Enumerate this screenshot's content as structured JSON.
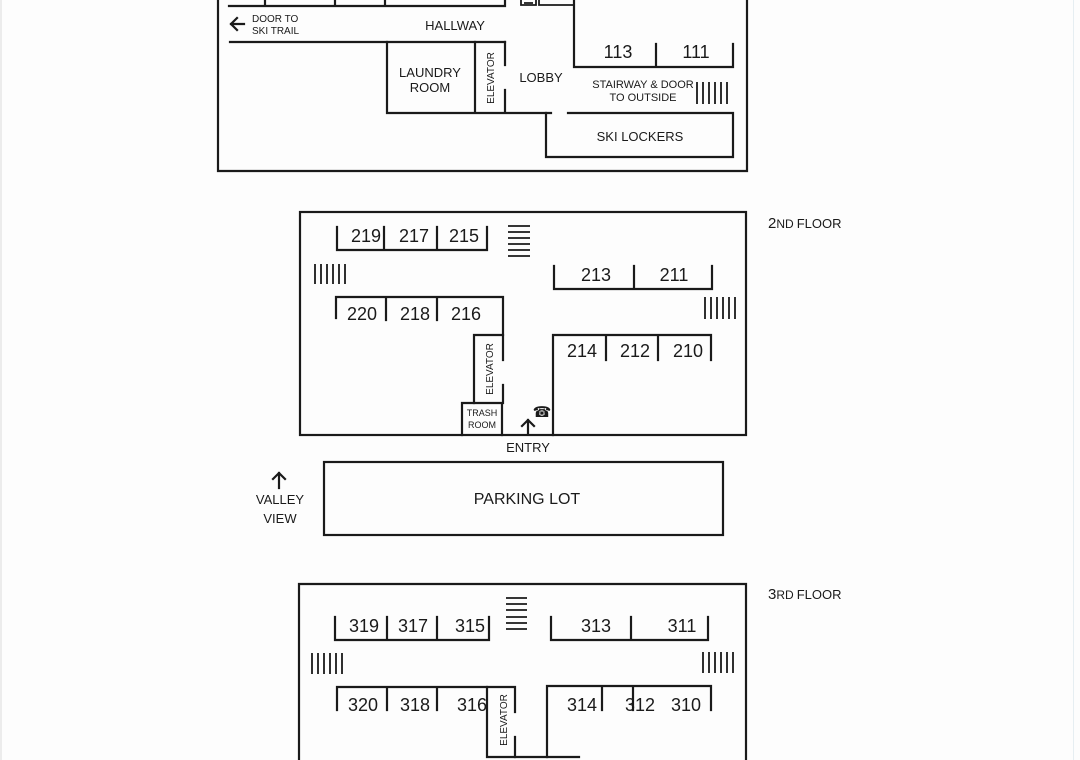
{
  "floor1": {
    "hallway": "HALLWAY",
    "door_to_ski_trail": [
      "DOOR TO",
      "SKI TRAIL"
    ],
    "laundry": [
      "LAUNDRY",
      "ROOM"
    ],
    "elevator": "ELEVATOR",
    "lobby": "LOBBY",
    "stairway": [
      "STAIRWAY & DOOR",
      "TO OUTSIDE"
    ],
    "ski_lockers": "SKI LOCKERS",
    "rooms": [
      "113",
      "111"
    ]
  },
  "floor2": {
    "title_num": "2",
    "title_suffix": "ND",
    "title_word": "FLOOR",
    "top_left_rooms": [
      "219",
      "217",
      "215"
    ],
    "top_right_rooms": [
      "213",
      "211"
    ],
    "mid_left_rooms": [
      "220",
      "218",
      "216"
    ],
    "bottom_right_rooms": [
      "214",
      "212",
      "210"
    ],
    "elevator": "ELEVATOR",
    "trash": [
      "TRASH",
      "ROOM"
    ],
    "entry": "ENTRY",
    "phone_icon": "☎"
  },
  "parking": {
    "label": "PARKING LOT",
    "valley_view": [
      "VALLEY",
      "VIEW"
    ]
  },
  "floor3": {
    "title_num": "3",
    "title_suffix": "RD",
    "title_word": "FLOOR",
    "top_left_rooms": [
      "319",
      "317",
      "315"
    ],
    "top_right_rooms": [
      "313",
      "311"
    ],
    "bottom_left_rooms": [
      "320",
      "318",
      "316"
    ],
    "bottom_right_rooms": [
      "314",
      "312",
      "310"
    ],
    "elevator": "ELEVATOR"
  }
}
